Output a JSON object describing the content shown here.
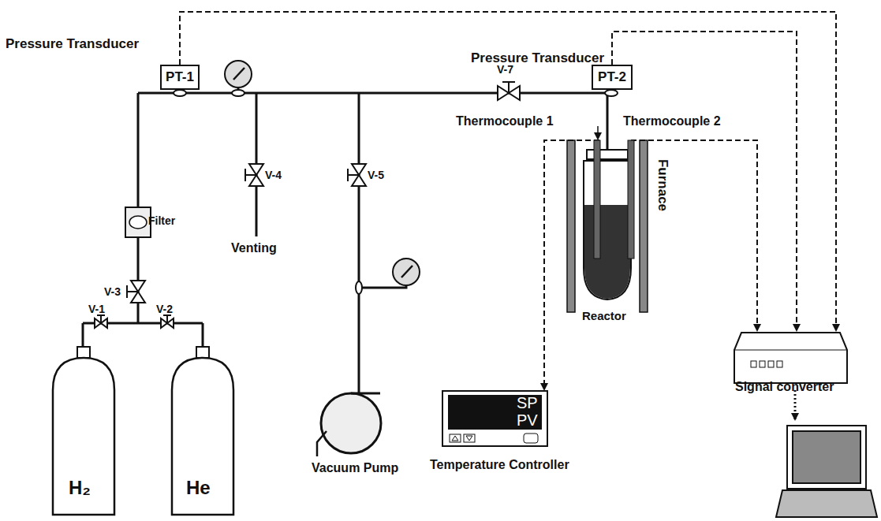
{
  "diagram": {
    "nodes": [
      {
        "text": [
          "Pressure Transducer",
          "PT-1"
        ]
      },
      {
        "text": [
          "Pressure Transducer",
          "PT-2"
        ]
      },
      {
        "text": [
          "Filter"
        ]
      },
      {
        "text": [
          "Reactor"
        ]
      },
      {
        "text": [
          "Vacuum Pump"
        ]
      },
      {
        "text": [
          "SP",
          "PV",
          "Temperature Controller"
        ]
      },
      {
        "text": [
          "Signal converter"
        ]
      },
      {
        "text": [
          "H₂"
        ]
      },
      {
        "text": [
          "He"
        ]
      }
    ],
    "edges": [
      {
        "from": 0,
        "to": 6,
        "arrow": "to"
      },
      {
        "from": 1,
        "to": 6,
        "arrow": "to"
      },
      {
        "from": 3,
        "to": 6,
        "arrow": "to"
      },
      {
        "from": 3,
        "to": 5,
        "arrow": "to"
      }
    ],
    "labels": [
      "V-1",
      "V-2",
      "V-3",
      "V-4",
      "V-5",
      "V-7",
      "Venting",
      "Thermocouple 1",
      "Thermocouple 2",
      "Furnace"
    ]
  }
}
